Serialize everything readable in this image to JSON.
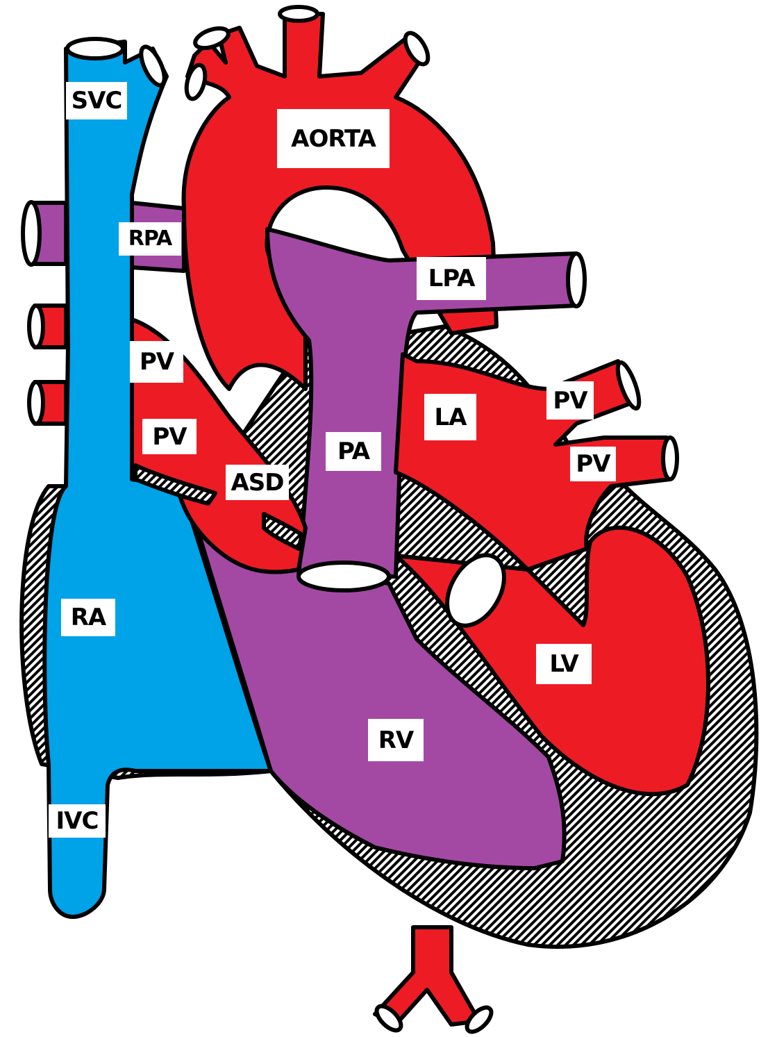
{
  "diagram": {
    "subject": "heart anatomy with atrial septal defect",
    "colors": {
      "oxygenated": "#ed1c24",
      "deoxygenated": "#00a2e8",
      "mixed": "#a349a4",
      "muscle_hatch": "#000000",
      "background": "#ffffff"
    },
    "labels": {
      "svc": "SVC",
      "aorta": "AORTA",
      "rpa": "RPA",
      "lpa": "LPA",
      "pv_right_upper": "PV",
      "pv_right_lower": "PV",
      "pv_left_upper": "PV",
      "pv_left_lower": "PV",
      "la": "LA",
      "pa": "PA",
      "asd": "ASD",
      "ra": "RA",
      "lv": "LV",
      "rv": "RV",
      "ivc": "IVC"
    }
  }
}
